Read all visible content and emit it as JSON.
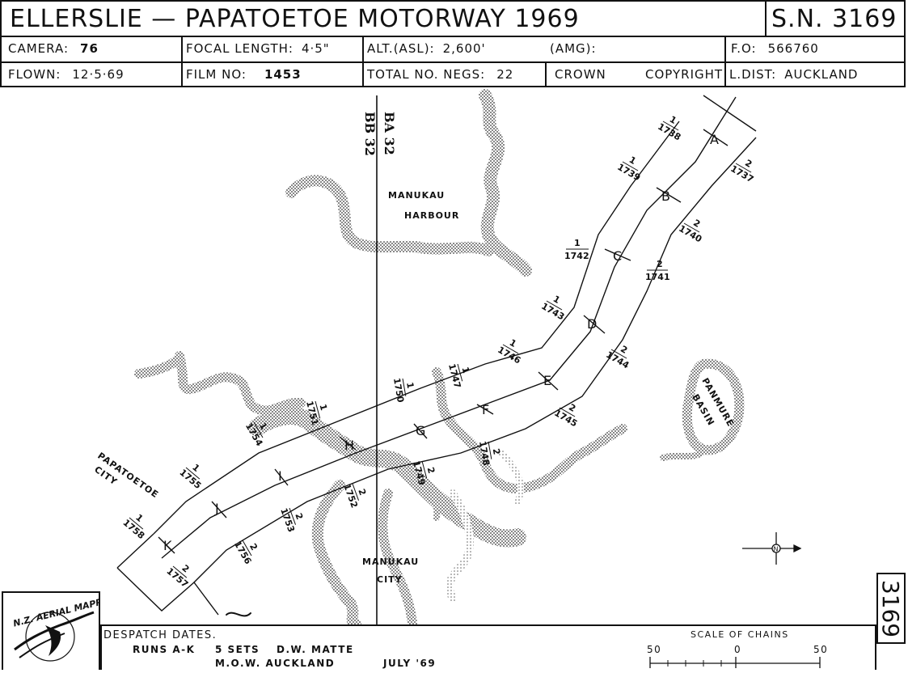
{
  "header": {
    "title": "ELLERSLIE — PAPATOETOE  MOTORWAY  1969",
    "sheet_number": "S.N. 3169",
    "camera_label": "CAMERA:",
    "camera_value": "76",
    "focal_label": "FOCAL LENGTH:",
    "focal_value": "4·5\"",
    "alt_label": "ALT.(ASL):",
    "alt_value": "2,600'",
    "amg_label": "(AMG):",
    "fo_label": "F.O:",
    "fo_value": "566760",
    "flown_label": "FLOWN:",
    "flown_value": "12·5·69",
    "film_label": "FILM NO:",
    "film_value": "1453",
    "negs_label": "TOTAL NO. NEGS:",
    "negs_value": "22",
    "crown": "CROWN",
    "copyright": "COPYRIGHT",
    "ldist_label": "L.DIST:",
    "ldist_value": "AUCKLAND"
  },
  "map": {
    "grid_left": "BB 32",
    "grid_right": "BA 32",
    "harbour_line1": "MANUKAU",
    "harbour_line2": "HARBOUR",
    "basin_line1": "PANMURE",
    "basin_line2": "BASIN",
    "papatoetoe_line1": "PAPATOETOE",
    "papatoetoe_line2": "CITY",
    "manukau_city_line1": "MANUKAU",
    "manukau_city_line2": "CITY",
    "north_symbol": "N",
    "run_letters": [
      "A",
      "B",
      "C",
      "D",
      "E",
      "F",
      "G",
      "H",
      "I",
      "J",
      "K"
    ],
    "photo_labels_left": [
      {
        "num": "1",
        "photo": "1738"
      },
      {
        "num": "1",
        "photo": "1739"
      },
      {
        "num": "1",
        "photo": "1742"
      },
      {
        "num": "1",
        "photo": "1743"
      },
      {
        "num": "1",
        "photo": "1746"
      },
      {
        "num": "1",
        "photo": "1747"
      },
      {
        "num": "1",
        "photo": "1750"
      },
      {
        "num": "1",
        "photo": "1751"
      },
      {
        "num": "1",
        "photo": "1754"
      },
      {
        "num": "1",
        "photo": "1755"
      },
      {
        "num": "1",
        "photo": "1758"
      }
    ],
    "photo_labels_right": [
      {
        "num": "2",
        "photo": "1737"
      },
      {
        "num": "2",
        "photo": "1740"
      },
      {
        "num": "2",
        "photo": "1741"
      },
      {
        "num": "2",
        "photo": "1744"
      },
      {
        "num": "2",
        "photo": "1745"
      },
      {
        "num": "2",
        "photo": "1748"
      },
      {
        "num": "2",
        "photo": "1749"
      },
      {
        "num": "2",
        "photo": "1752"
      },
      {
        "num": "2",
        "photo": "1753"
      },
      {
        "num": "2",
        "photo": "1756"
      },
      {
        "num": "2",
        "photo": "1757"
      }
    ]
  },
  "footer": {
    "despatch_title": "DESPATCH DATES.",
    "runs": "RUNS  A-K",
    "sets": "5 SETS",
    "dw": "D.W.  MATTE",
    "mow": "M.O.W.  AUCKLAND",
    "date": "JULY  '69",
    "scale_title": "SCALE OF CHAINS",
    "scale_left": "50",
    "scale_mid": "0",
    "scale_right": "50"
  },
  "logo_text": "N.Z. AERIAL MAPPING LTD.",
  "sheet_side": "3169"
}
